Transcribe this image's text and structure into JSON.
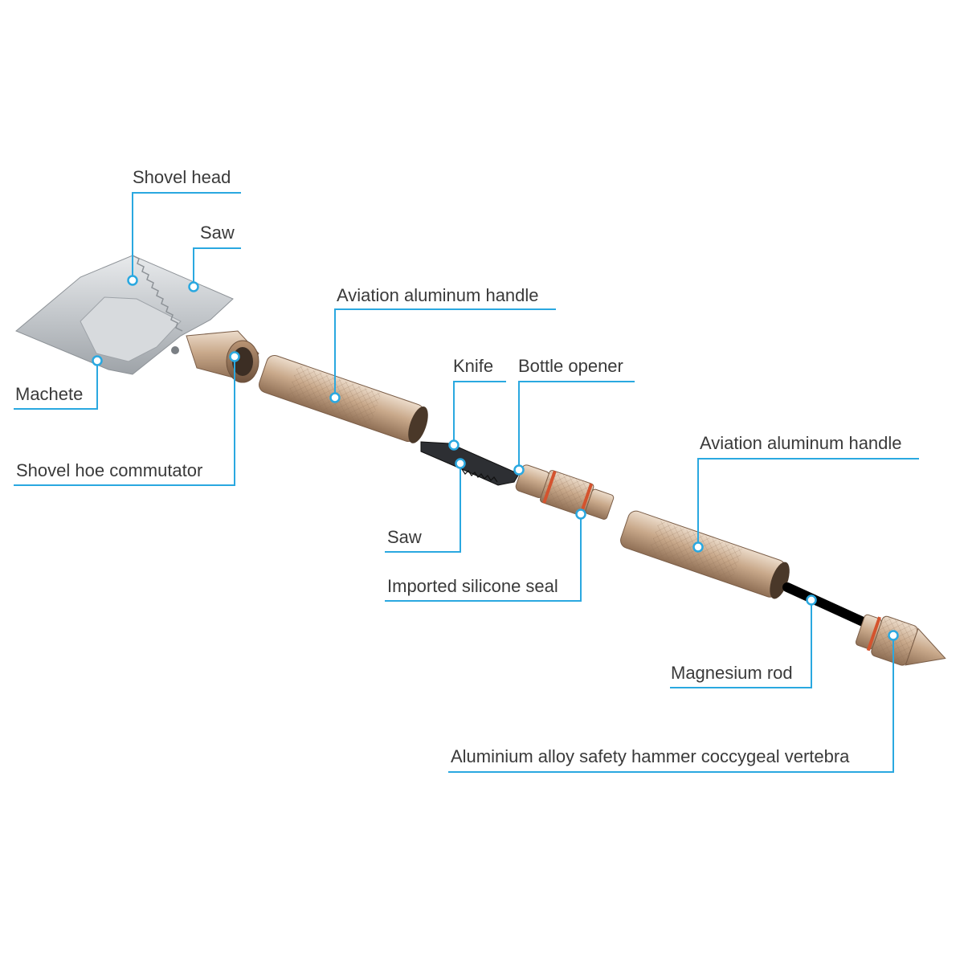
{
  "colors": {
    "leader": "#2aa8e0",
    "label_text": "#3a3a3a",
    "steel": "#c9cdd1",
    "gold": "#c8a98c",
    "rod": "#1a1a1a"
  },
  "labels": {
    "shovel_head": "Shovel head",
    "saw_top": "Saw",
    "machete": "Machete",
    "shovel_hoe_commutator": "Shovel hoe commutator",
    "aviation_handle_1": "Aviation aluminum handle",
    "knife": "Knife",
    "bottle_opener": "Bottle opener",
    "saw_middle": "Saw",
    "imported_silicone_seal": "Imported silicone seal",
    "aviation_handle_2": "Aviation aluminum handle",
    "magnesium_rod": "Magnesium rod",
    "safety_hammer": "Aluminium alloy safety hammer coccygeal vertebra"
  }
}
